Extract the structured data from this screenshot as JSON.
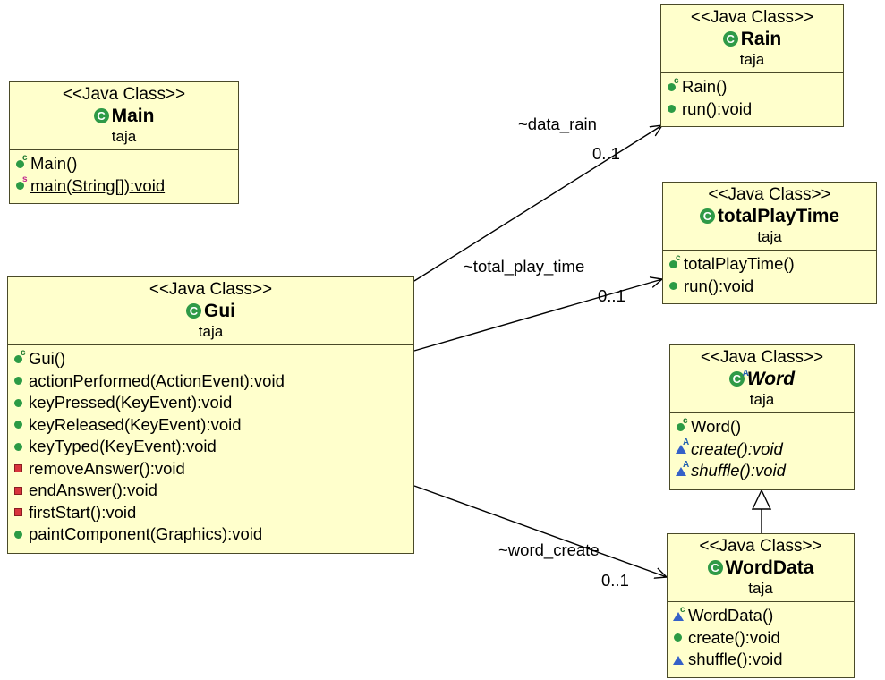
{
  "classes": {
    "main": {
      "stereotype": "<<Java Class>>",
      "icon": "class-icon",
      "name": "Main",
      "package": "taja",
      "members": [
        {
          "text": "Main()",
          "visibility": "public",
          "marker": "c"
        },
        {
          "text": "main(String[]):void",
          "visibility": "public",
          "marker": "s"
        }
      ]
    },
    "rain": {
      "stereotype": "<<Java Class>>",
      "icon": "class-icon",
      "name": "Rain",
      "package": "taja",
      "members": [
        {
          "text": "Rain()",
          "visibility": "public",
          "marker": "c"
        },
        {
          "text": "run():void",
          "visibility": "public",
          "marker": ""
        }
      ]
    },
    "total_play_time": {
      "stereotype": "<<Java Class>>",
      "icon": "class-icon",
      "name": "totalPlayTime",
      "package": "taja",
      "members": [
        {
          "text": "totalPlayTime()",
          "visibility": "public",
          "marker": "c"
        },
        {
          "text": "run():void",
          "visibility": "public",
          "marker": ""
        }
      ]
    },
    "gui": {
      "stereotype": "<<Java Class>>",
      "icon": "class-icon",
      "name": "Gui",
      "package": "taja",
      "members": [
        {
          "text": "Gui()",
          "visibility": "public",
          "marker": "c"
        },
        {
          "text": "actionPerformed(ActionEvent):void",
          "visibility": "public",
          "marker": ""
        },
        {
          "text": "keyPressed(KeyEvent):void",
          "visibility": "public",
          "marker": ""
        },
        {
          "text": "keyReleased(KeyEvent):void",
          "visibility": "public",
          "marker": ""
        },
        {
          "text": "keyTyped(KeyEvent):void",
          "visibility": "public",
          "marker": ""
        },
        {
          "text": "removeAnswer():void",
          "visibility": "private",
          "marker": ""
        },
        {
          "text": "endAnswer():void",
          "visibility": "private",
          "marker": ""
        },
        {
          "text": "firstStart():void",
          "visibility": "private",
          "marker": ""
        },
        {
          "text": "paintComponent(Graphics):void",
          "visibility": "public",
          "marker": ""
        }
      ]
    },
    "word": {
      "stereotype": "<<Java Class>>",
      "icon": "abstract-class-icon",
      "name": "Word",
      "package": "taja",
      "members": [
        {
          "text": "Word()",
          "visibility": "public",
          "marker": "c"
        },
        {
          "text": "create():void",
          "visibility": "package",
          "marker": "a"
        },
        {
          "text": "shuffle():void",
          "visibility": "package",
          "marker": "a"
        }
      ]
    },
    "word_data": {
      "stereotype": "<<Java Class>>",
      "icon": "class-icon",
      "name": "WordData",
      "package": "taja",
      "members": [
        {
          "text": "WordData()",
          "visibility": "package",
          "marker": "c"
        },
        {
          "text": "create():void",
          "visibility": "public",
          "marker": ""
        },
        {
          "text": "shuffle():void",
          "visibility": "package",
          "marker": ""
        }
      ]
    }
  },
  "associations": {
    "data_rain": {
      "role": "~data_rain",
      "multiplicity": "0..1"
    },
    "total_play_time": {
      "role": "~total_play_time",
      "multiplicity": "0..1"
    },
    "word_create": {
      "role": "~word_create",
      "multiplicity": "0..1"
    }
  },
  "colors": {
    "class_fill": "#ffffcc",
    "class_border": "#4a4a28",
    "public": "#2c9b45",
    "private": "#d8343c",
    "package": "#3561c8"
  }
}
